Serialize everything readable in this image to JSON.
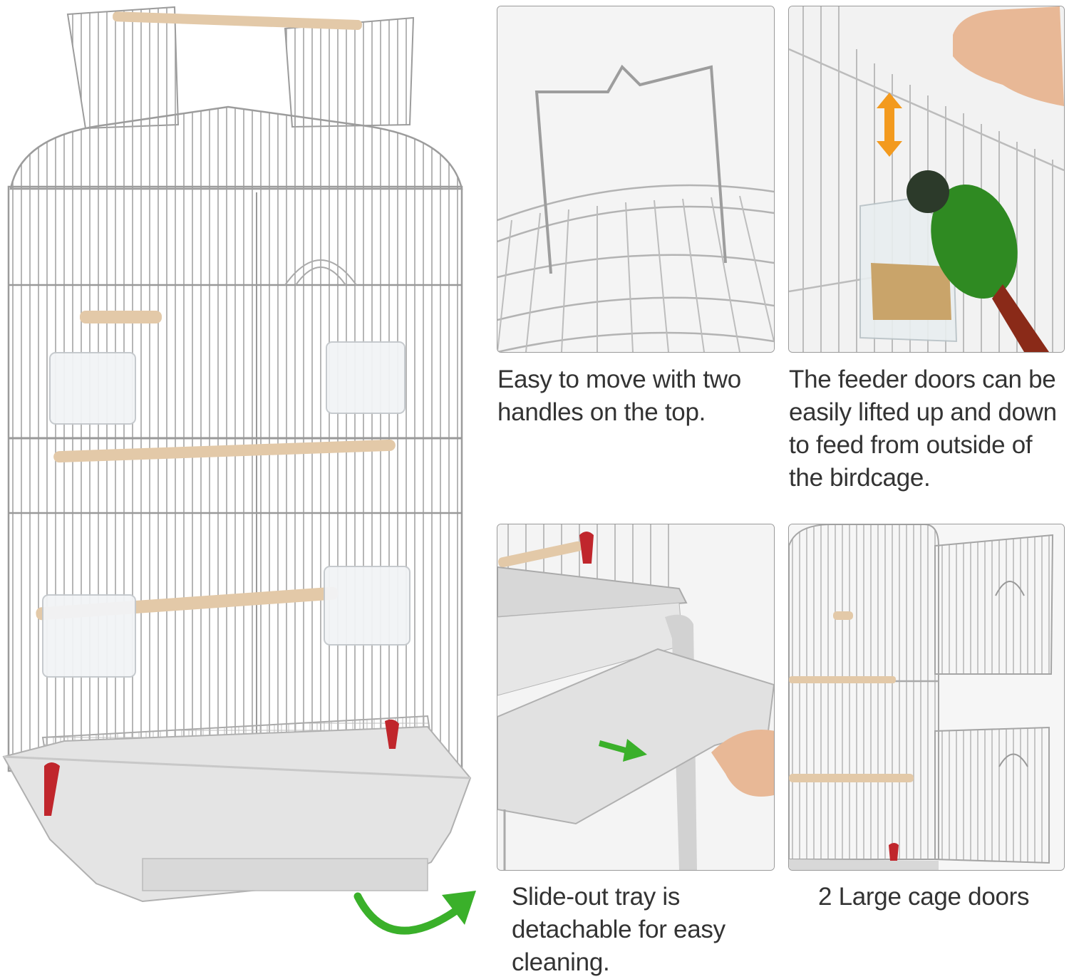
{
  "colors": {
    "wire": "#9c9c9c",
    "perch": "#e3c9a8",
    "tray": "#e2e2e2",
    "red_clip": "#c0262c",
    "arrow_green": "#3ab02a",
    "arrow_orange": "#f39a1e",
    "parrot_green": "#2f8a22"
  },
  "captions": {
    "handles": "Easy to move with two handles on the top.",
    "feeder": "The feeder doors can be easily lifted up and down to feed from outside of the birdcage.",
    "tray": "Slide-out tray is detachable for easy cleaning.",
    "doors": "2 Large cage doors"
  },
  "icons": [
    "curved-arrow-icon",
    "slide-arrow-icon",
    "up-down-arrow-icon"
  ]
}
